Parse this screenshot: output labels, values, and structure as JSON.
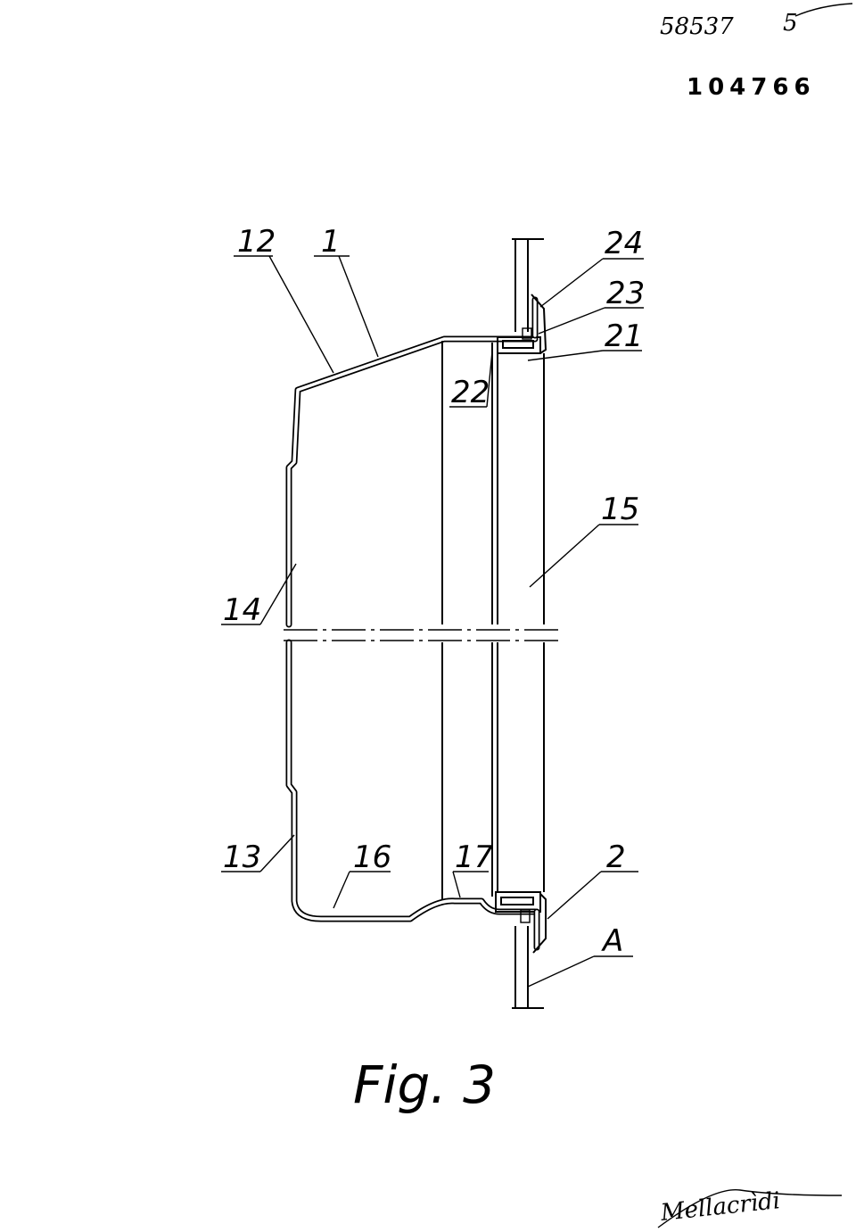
{
  "header": {
    "handwritten_number": "58537",
    "handwritten_mark": "5",
    "document_number": "104766"
  },
  "figure": {
    "caption": "Fig. 3",
    "labels": {
      "l12": "12",
      "l1": "1",
      "l24": "24",
      "l23": "23",
      "l21": "21",
      "l22": "22",
      "l15": "15",
      "l14": "14",
      "l13": "13",
      "l16": "16",
      "l17": "17",
      "l2": "2",
      "lA": "A"
    }
  },
  "signature": "Mellacrìdi"
}
